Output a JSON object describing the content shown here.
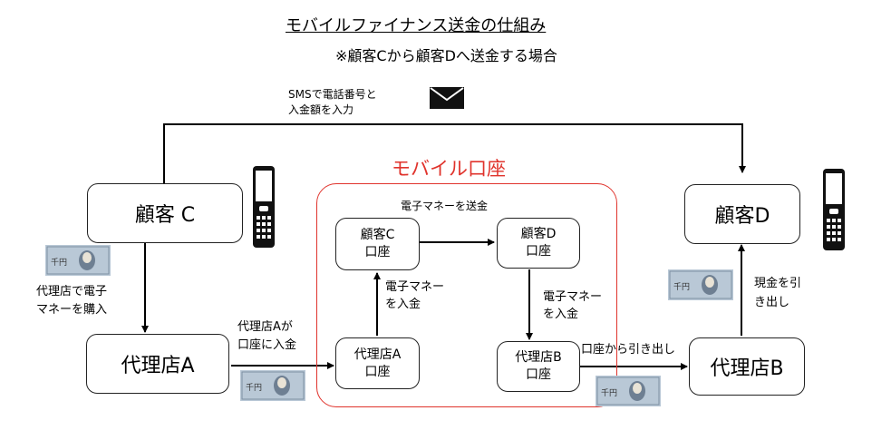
{
  "title": "モバイルファイナンス送金の仕組み",
  "subtitle": "※顧客Cから顧客Dへ送金する場合",
  "sms_note": [
    "SMSで電話番号と",
    "入金額を入力"
  ],
  "mobile_account_label": "モバイル口座",
  "customer_c": "顧客 C",
  "customer_d": "顧客D",
  "agent_a": "代理店A",
  "agent_b": "代理店B",
  "acct_c": [
    "顧客C",
    "口座"
  ],
  "acct_d": [
    "顧客D",
    "口座"
  ],
  "acct_agent_a": [
    "代理店A",
    "口座"
  ],
  "acct_agent_b": [
    "代理店B",
    "口座"
  ],
  "send_emoney": "電子マネーを送金",
  "buy_emoney": [
    "代理店で電子",
    "マネーを購入"
  ],
  "agent_a_deposit": [
    "代理店Aが",
    "口座に入金"
  ],
  "deposit_emoney_1": [
    "電子マネー",
    "を入金"
  ],
  "deposit_emoney_2": [
    "電子マネー",
    "を入金"
  ],
  "withdraw_from_account": "口座から引き出し",
  "withdraw_cash": [
    "現金を引",
    "き出し"
  ],
  "banknote_text": "千円",
  "colors": {
    "accent_red": "#e0332c",
    "line": "#000000"
  },
  "icons": [
    "envelope-icon",
    "mobile-phone-icon",
    "banknote-icon"
  ]
}
